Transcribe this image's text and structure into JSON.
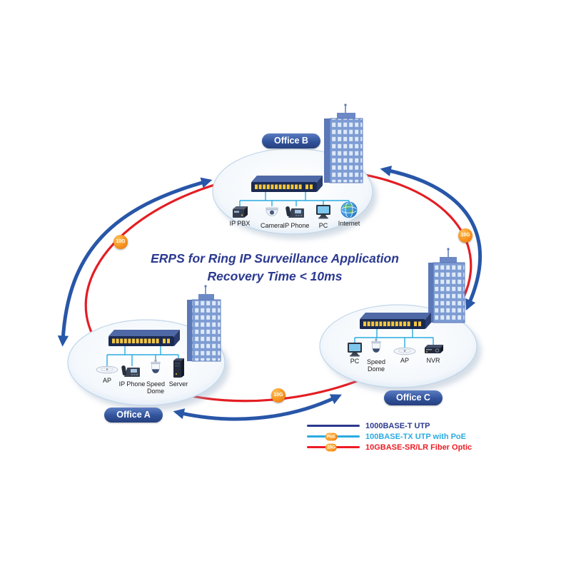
{
  "title": {
    "line1": "ERPS for Ring IP Surveillance Application",
    "line2": "Recovery Time < 10ms"
  },
  "offices": {
    "a": {
      "label": "Office A",
      "devices": [
        "AP",
        "IP Phone",
        "Speed Dome",
        "Server"
      ]
    },
    "b": {
      "label": "Office B",
      "devices": [
        "IP PBX",
        "Camera",
        "IP Phone",
        "PC",
        "Internet"
      ]
    },
    "c": {
      "label": "Office C",
      "devices": [
        "PC",
        "Speed Dome",
        "AP",
        "NVR"
      ]
    }
  },
  "ring": {
    "badge": "10G"
  },
  "legend": {
    "items": [
      {
        "label": "1000BASE-T UTP",
        "badge": "",
        "color": "#2B3990"
      },
      {
        "label": "100BASE-TX UTP with PoE",
        "badge": "PoE",
        "color": "#29ABE2"
      },
      {
        "label": "10GBASE-SR/LR Fiber Optic",
        "badge": "10G",
        "color": "#ED1C24"
      }
    ]
  },
  "colors": {
    "utp_ring": "#2856A8",
    "fiber_ring": "#E31E24",
    "poe_cable": "#29ABE2",
    "badge_orange": "#F7941E",
    "title_blue": "#2B3990"
  }
}
